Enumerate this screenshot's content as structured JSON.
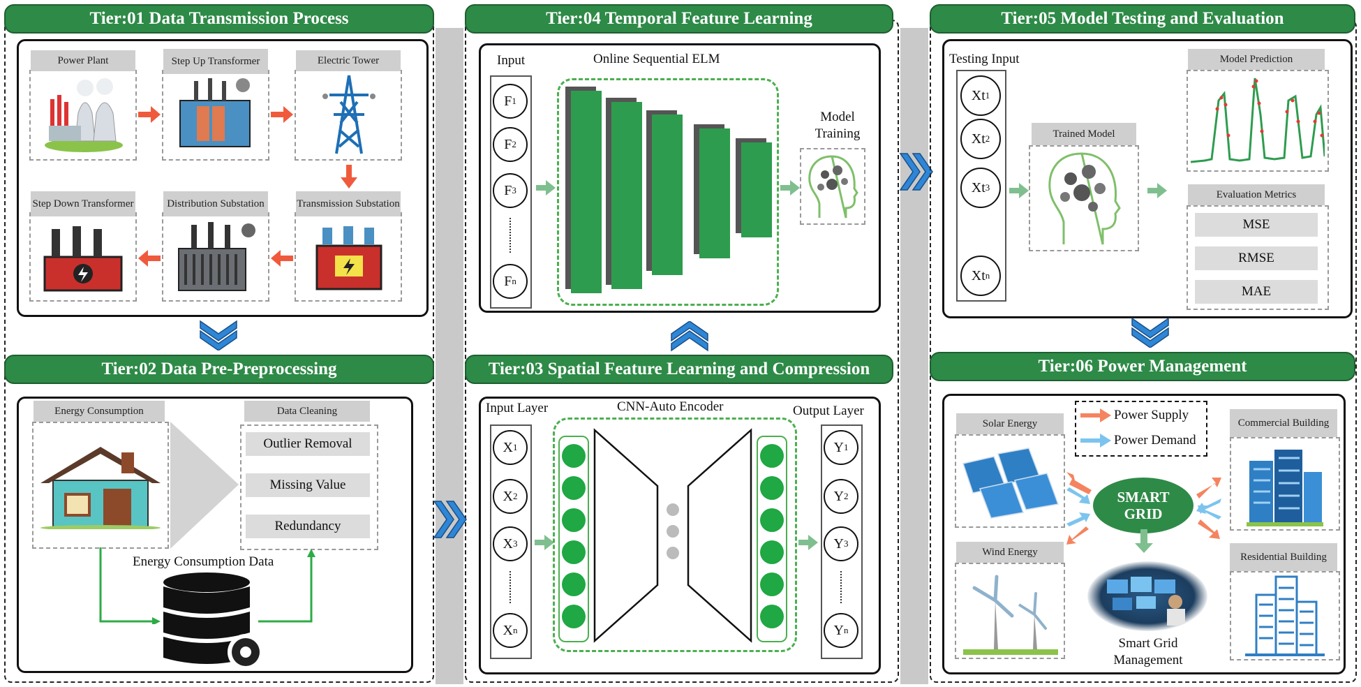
{
  "colors": {
    "tier_header": "#2e8a47",
    "arrow_red": "#f05a3c",
    "arrow_blue": "#7cc4ee",
    "arrow_green": "#7fbf8f",
    "bar_green": "#2e9c4f"
  },
  "tier1": {
    "title": "Tier:01 Data Transmission Process",
    "stages": [
      "Power Plant",
      "Step Up Transformer",
      "Electric Tower",
      "Transmission Substation",
      "Distribution Substation",
      "Step Down Transformer"
    ]
  },
  "tier2": {
    "title": "Tier:02 Data Pre-Preprocessing",
    "energy_label": "Energy Consumption",
    "cleaning_label": "Data Cleaning",
    "cleaning_items": [
      "Outlier Removal",
      "Missing Value",
      "Redundancy"
    ],
    "data_label": "Energy Consumption Data"
  },
  "tier3": {
    "title": "Tier:03 Spatial Feature Learning and Compression",
    "input_label": "Input Layer",
    "encoder_label": "CNN-Auto Encoder",
    "output_label": "Output Layer",
    "inputs": [
      "X",
      "X",
      "X",
      "X"
    ],
    "input_subs": [
      "1",
      "2",
      "3",
      "n"
    ],
    "outputs": [
      "Y",
      "Y",
      "Y",
      "Y"
    ],
    "output_subs": [
      "1",
      "2",
      "3",
      "n"
    ]
  },
  "tier4": {
    "title": "Tier:04 Temporal Feature Learning",
    "input_label": "Input",
    "elm_label": "Online Sequential ELM",
    "training_label": "Model Training",
    "inputs": [
      "F",
      "F",
      "F",
      "F"
    ],
    "input_subs": [
      "1",
      "2",
      "3",
      "n"
    ]
  },
  "tier5": {
    "title": "Tier:05 Model Testing and Evaluation",
    "testing_label": "Testing Input",
    "trained_label": "Trained Model",
    "prediction_label": "Model Prediction",
    "metrics_label": "Evaluation Metrics",
    "metrics": [
      "MSE",
      "RMSE",
      "MAE"
    ],
    "inputs": [
      "Xt",
      "Xt",
      "Xt",
      "Xt"
    ],
    "input_subs": [
      "1",
      "2",
      "3",
      "n"
    ]
  },
  "tier6": {
    "title": "Tier:06 Power Management",
    "legend": [
      "Power Supply",
      "Power Demand"
    ],
    "solar": "Solar Energy",
    "wind": "Wind Energy",
    "commercial": "Commercial Building",
    "residential": "Residential Building",
    "grid": "SMART GRID",
    "management": "Smart Grid Management"
  }
}
